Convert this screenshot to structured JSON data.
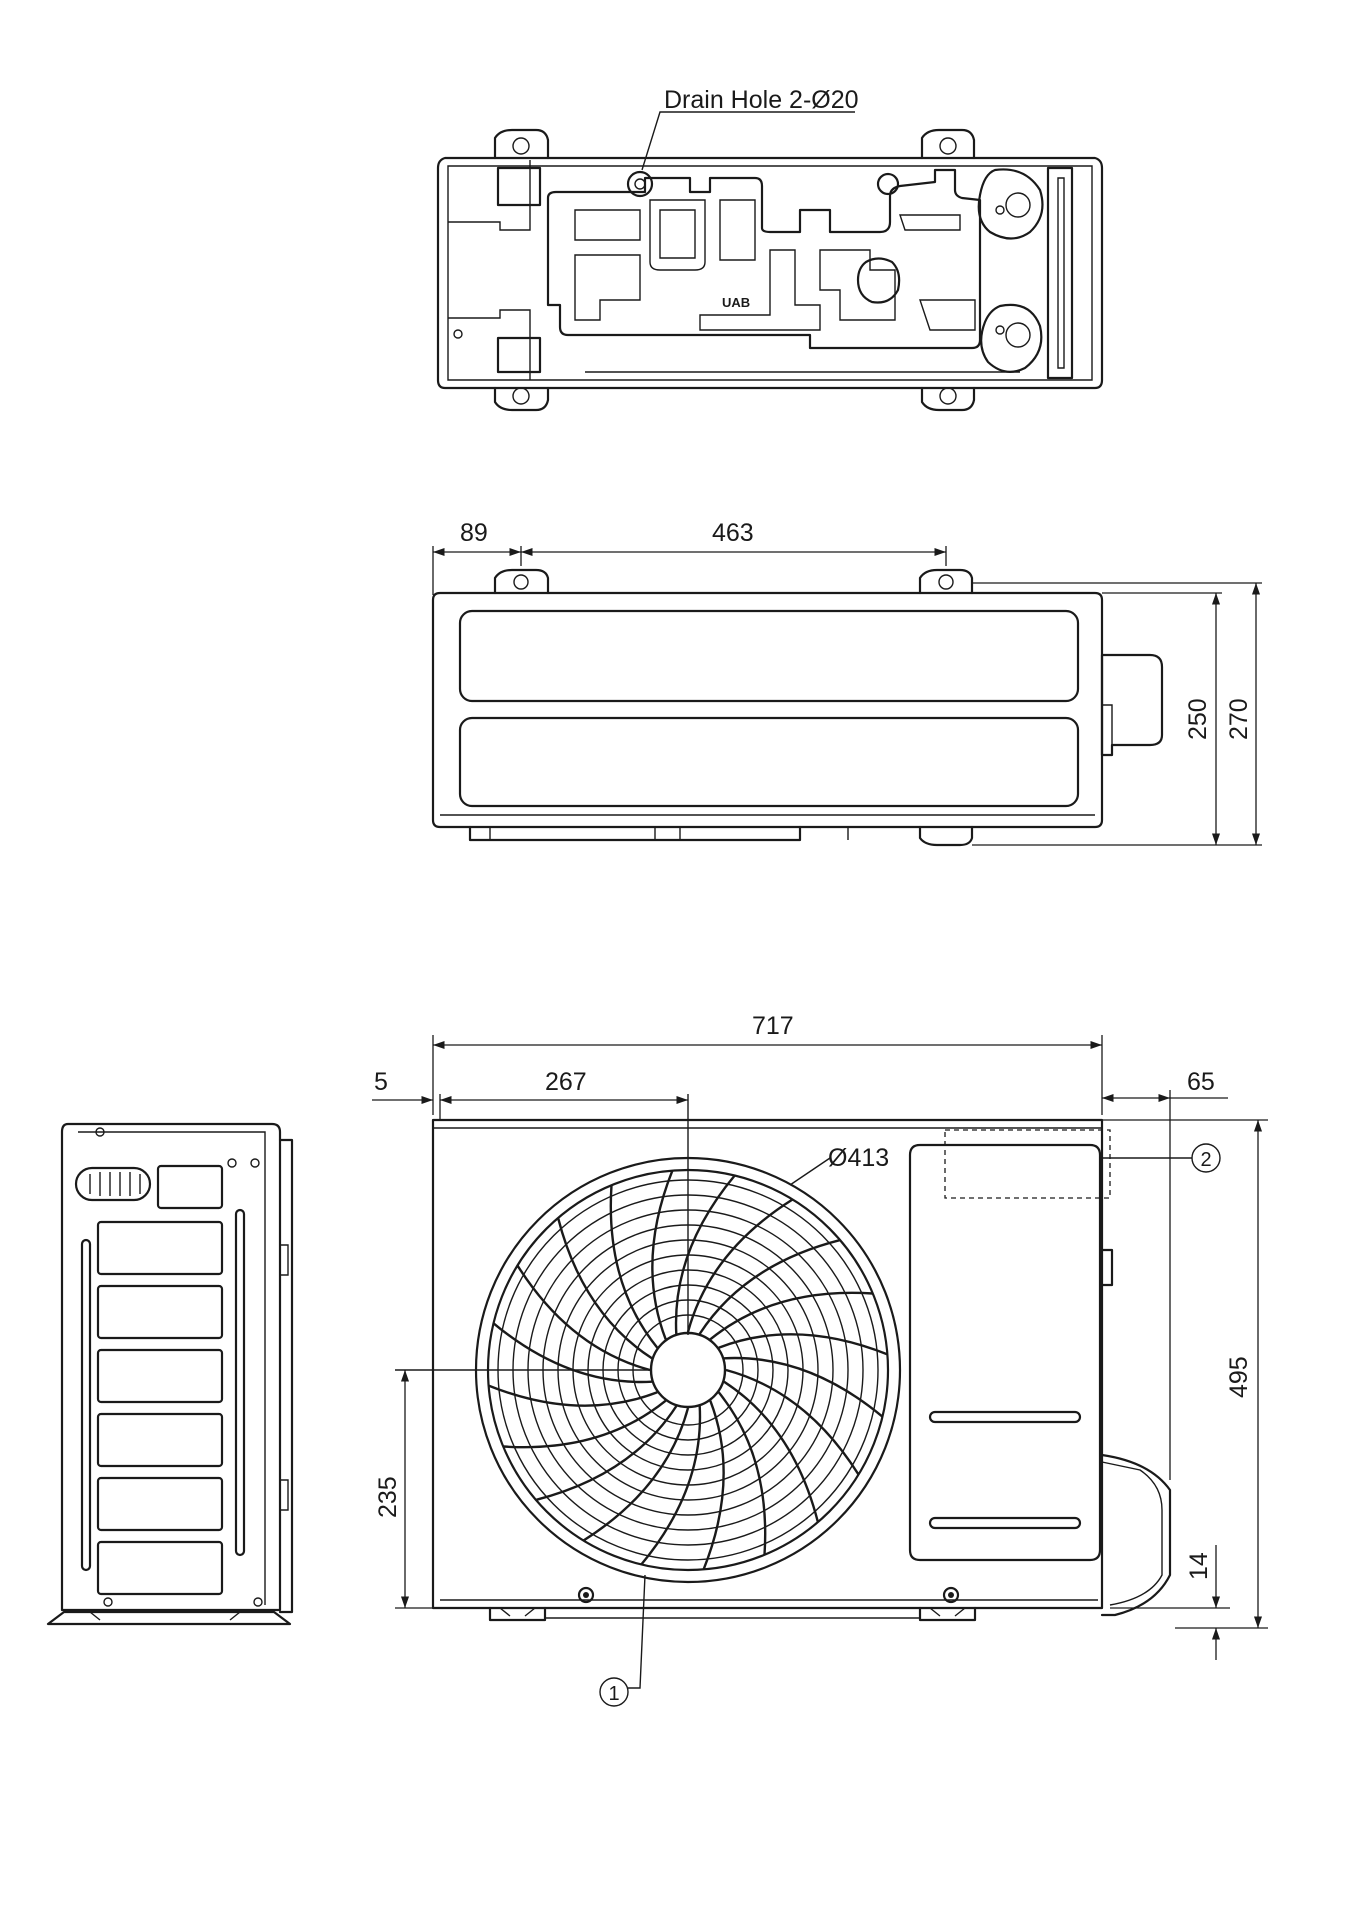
{
  "top_view": {
    "drain_hole_label": "Drain Hole 2-Ø20",
    "marking": "UAB"
  },
  "middle_view": {
    "dim_left_offset": "89",
    "dim_mount_span": "463",
    "dim_depth_inner": "250",
    "dim_depth_total": "270"
  },
  "front_view": {
    "dim_overall_width": "717",
    "dim_left_margin": "5",
    "dim_fan_center_x": "267",
    "dim_right_protrusion": "65",
    "dim_fan_diameter": "Ø413",
    "dim_height": "495",
    "dim_fan_center_y": "235",
    "dim_foot_height": "14",
    "callout_fan": "1",
    "callout_valve": "2"
  }
}
